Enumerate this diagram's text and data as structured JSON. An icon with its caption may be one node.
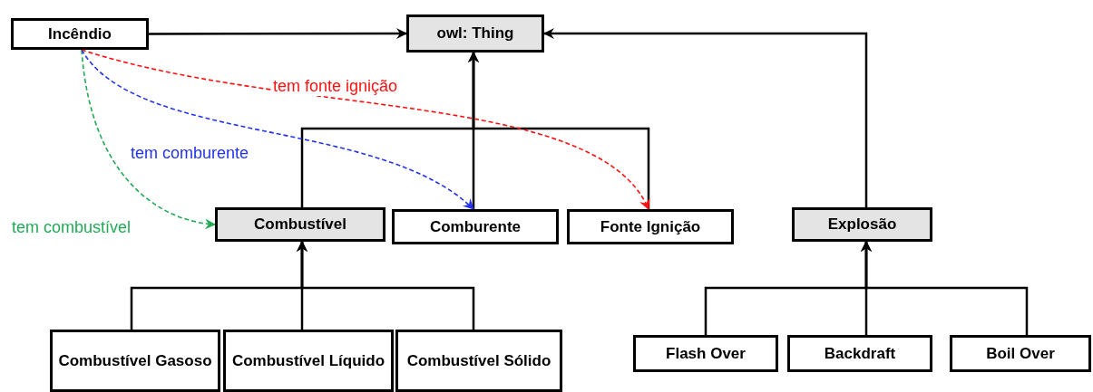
{
  "diagram": {
    "nodes": [
      {
        "text": [
          "Incêndio"
        ]
      },
      {
        "text": [
          "owl: Thing"
        ]
      },
      {
        "text": [
          "Combustível"
        ]
      },
      {
        "text": [
          "Comburente"
        ]
      },
      {
        "text": [
          "Fonte Ignição"
        ]
      },
      {
        "text": [
          "Explosão"
        ]
      },
      {
        "text": [
          "Combustível Gasoso"
        ]
      },
      {
        "text": [
          "Combustível Líquido"
        ]
      },
      {
        "text": [
          "Combustível Sólido"
        ]
      },
      {
        "text": [
          "Flash Over"
        ]
      },
      {
        "text": [
          "Backdraft"
        ]
      },
      {
        "text": [
          "Boil Over"
        ]
      }
    ],
    "edges": [
      {
        "from": 0,
        "to": 1,
        "arrow": "to"
      },
      {
        "from": 2,
        "to": 1,
        "arrow": "to"
      },
      {
        "from": 3,
        "to": 1,
        "arrow": "to"
      },
      {
        "from": 4,
        "to": 1,
        "arrow": "to"
      },
      {
        "from": 5,
        "to": 1,
        "arrow": "to"
      },
      {
        "from": 6,
        "to": 2,
        "arrow": "to"
      },
      {
        "from": 7,
        "to": 2,
        "arrow": "to"
      },
      {
        "from": 8,
        "to": 2,
        "arrow": "to"
      },
      {
        "from": 9,
        "to": 5,
        "arrow": "to"
      },
      {
        "from": 10,
        "to": 5,
        "arrow": "to"
      },
      {
        "from": 11,
        "to": 5,
        "arrow": "to"
      },
      {
        "from": 0,
        "to": 2,
        "arrow": "to",
        "label": "tem combustível",
        "style": "dashed",
        "color": "#22aa55"
      },
      {
        "from": 0,
        "to": 3,
        "arrow": "to",
        "label": "tem comburente",
        "style": "dashed",
        "color": "#2233ee"
      },
      {
        "from": 0,
        "to": 4,
        "arrow": "to",
        "label": "tem fonte ignição",
        "style": "dashed",
        "color": "#ff1111"
      }
    ]
  }
}
